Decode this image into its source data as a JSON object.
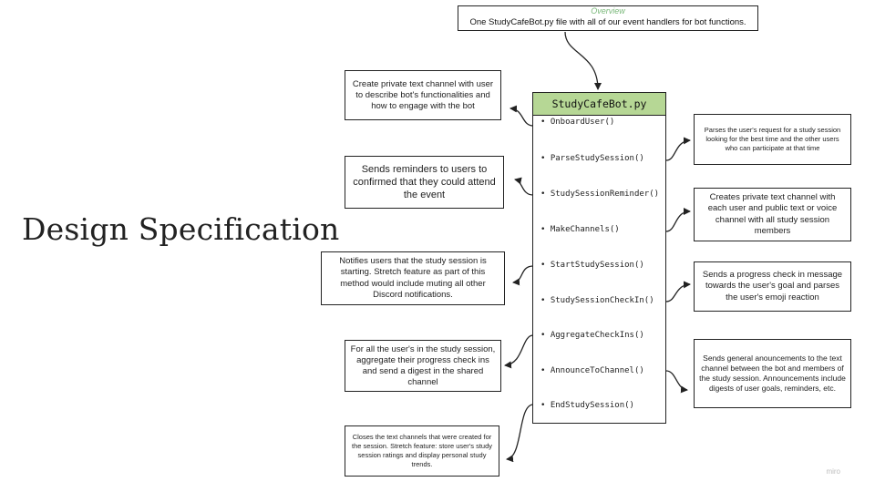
{
  "slide": {
    "title": "Design Specification"
  },
  "overview": {
    "heading": "Overview",
    "text": "One StudyCafeBot.py file with all of our event handlers for bot functions."
  },
  "class_box": {
    "name": "StudyCafeBot.py",
    "methods": [
      "• OnboardUser()",
      "• ParseStudySession()",
      "• StudySessionReminder()",
      "• MakeChannels()",
      "• StartStudySession()",
      "• StudySessionCheckIn()",
      "• AggregateCheckIns()",
      "• AnnounceToChannel()",
      "• EndStudySession()"
    ]
  },
  "notes": {
    "onboard": "Create private text channel with user to describe bot's functionalities and how to engage with the bot",
    "parse": "Parses the user's request for a study session looking for the best time and the other users who can participate at that time",
    "reminder": "Sends reminders to users to confirmed that they could attend the event",
    "channels": "Creates private text channel with each user and public text or voice channel with all study session members",
    "start": "Notifies users that the study session is starting. Stretch feature as part of this method would include muting all other Discord notifications.",
    "checkin": "Sends a progress check in message towards the user's goal and parses the user's emoji reaction",
    "aggregate": "For all the user's in the study session, aggregate their progress check ins and send a digest in the shared channel",
    "announce": "Sends general anouncements to the text channel between the bot and members of the study session. Announcements include digests of user goals, reminders, etc.",
    "end": "Closes the text channels that were created for the session. Stretch feature: store user's study session ratings and display personal study trends."
  },
  "watermark": "miro",
  "colors": {
    "class_header": "#b6d795",
    "overview_heading": "#7ab87a",
    "line": "#222222"
  }
}
